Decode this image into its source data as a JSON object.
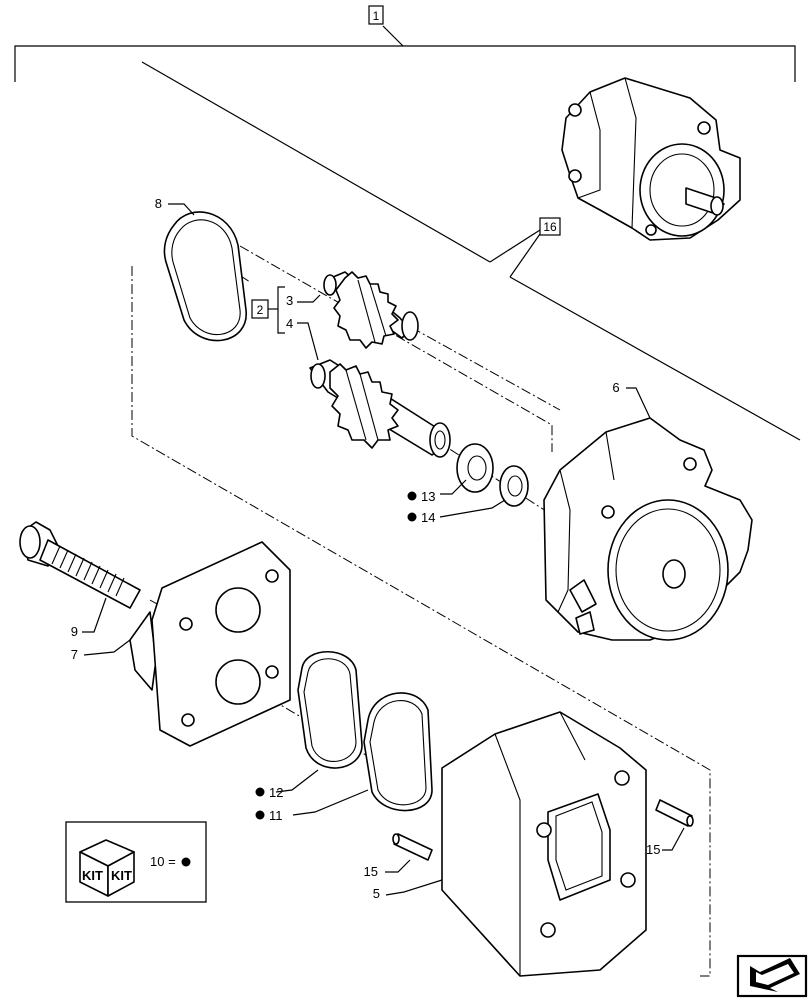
{
  "assembly": {
    "label": "1"
  },
  "callouts": {
    "c16": "16",
    "c2": "2",
    "c3": "3",
    "c4": "4",
    "c5": "5",
    "c6": "6",
    "c7": "7",
    "c8": "8",
    "c9": "9",
    "c11": "11",
    "c12": "12",
    "c13": "13",
    "c14": "14",
    "c15a": "15",
    "c15b": "15"
  },
  "kit": {
    "word": "KIT",
    "legend": "10 = "
  },
  "icons": {
    "kit": "kit-box-icon",
    "nav": "next-page-arrow-icon",
    "bullet": "filled-dot-icon"
  }
}
